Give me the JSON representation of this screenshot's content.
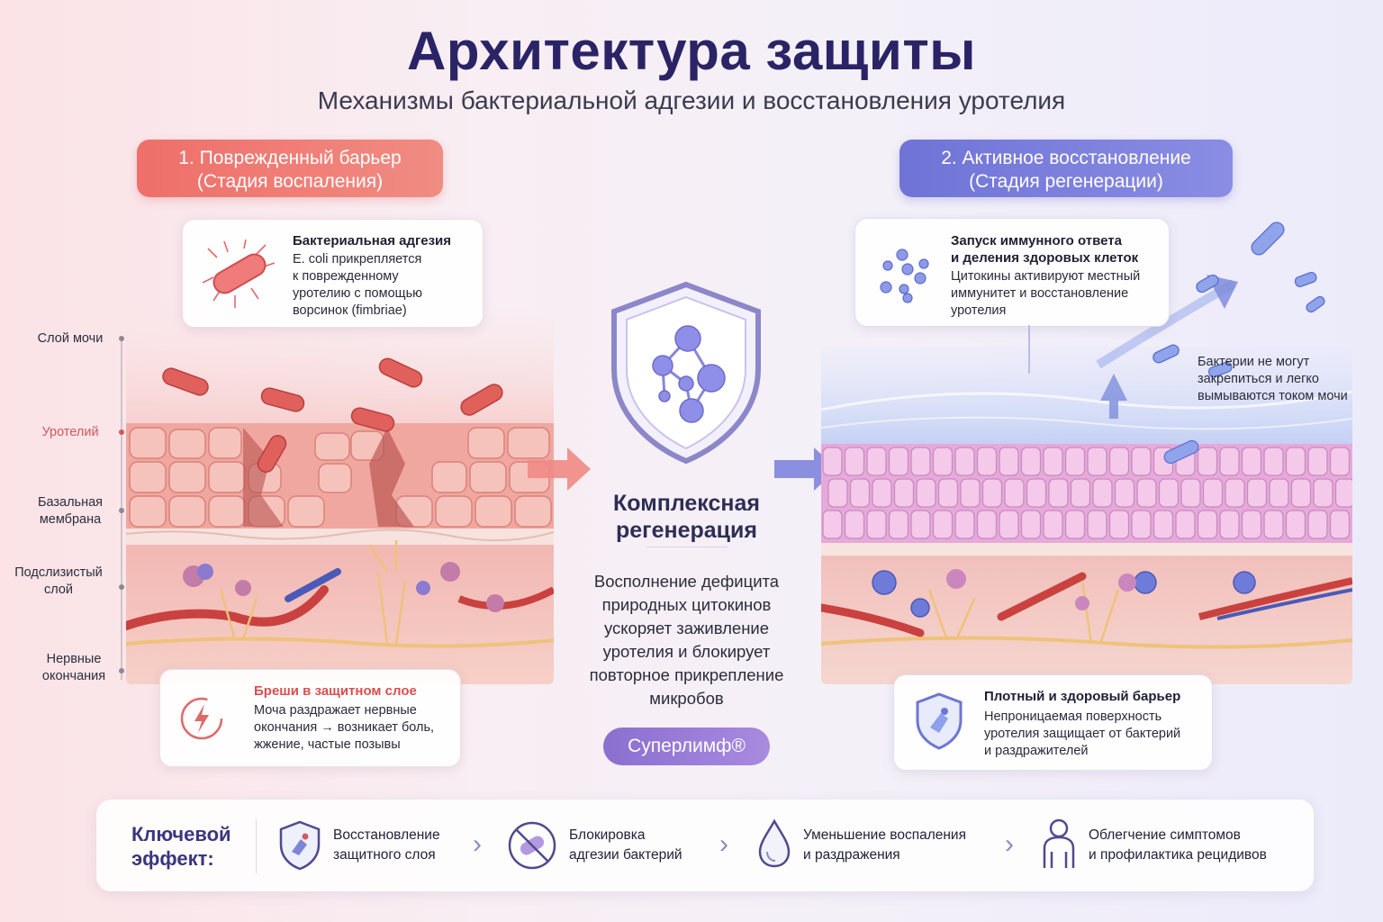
{
  "header": {
    "title": "Архитектура защиты",
    "subtitle": "Механизмы бактериальной адгезии и восстановления уротелия"
  },
  "stage_left": {
    "line1": "1. Поврежденный барьер",
    "line2": "(Стадия воспаления)",
    "color": "#ef6f6a"
  },
  "stage_right": {
    "line1": "2. Активное восстановление",
    "line2": "(Стадия регенерации)",
    "color": "#6f73d6"
  },
  "left_labels": {
    "urine": "Слой мочи",
    "urothelium": "Уротелий",
    "basal1": "Базальная",
    "basal2": "мембрана",
    "submucosa1": "Подслизистый",
    "submucosa2": "слой",
    "nerves1": "Нервные",
    "nerves2": "окончания"
  },
  "card_adhesion": {
    "title": "Бактериальная адгезия",
    "lines": [
      "E. coli прикрепляется",
      "к поврежденному",
      "уротелию с помощью",
      "ворсинок (fimbriae)"
    ]
  },
  "card_breaches": {
    "title": "Бреши в защитном слое",
    "lines": [
      "Моча раздражает нервные",
      "окончания → возникает боль,",
      "жжение, частые позывы"
    ]
  },
  "card_immune": {
    "title1": "Запуск иммунного ответа",
    "title2": "и деления здоровых клеток",
    "lines": [
      "Цитокины активируют местный",
      "иммунитет и восстановление",
      "уротелия"
    ]
  },
  "card_barrier": {
    "title": "Плотный и здоровый барьер",
    "lines": [
      "Непроницаемая поверхность",
      "уротелия защищает от бактерий",
      "и раздражителей"
    ]
  },
  "bacteria_note": {
    "lines": [
      "Бактерии не могут",
      "закрепиться и легко",
      "вымываются током мочи"
    ]
  },
  "center": {
    "heading1": "Комплексная",
    "heading2": "регенерация",
    "lines": [
      "Восполнение дефицита",
      "природных цитокинов",
      "ускоряет заживление",
      "уротелия и блокирует",
      "повторное прикрепление",
      "микробов"
    ],
    "product": "Суперлимф®"
  },
  "key_effect": {
    "label1": "Ключевой",
    "label2": "эффект:",
    "items": [
      {
        "icon": "shield-repair-icon",
        "line1": "Восстановление",
        "line2": "защитного слоя"
      },
      {
        "icon": "bacteria-block-icon",
        "line1": "Блокировка",
        "line2": "адгезии бактерий"
      },
      {
        "icon": "drop-icon",
        "line1": "Уменьшение воспаления",
        "line2": "и раздражения"
      },
      {
        "icon": "person-icon",
        "line1": "Облегчение симптомов",
        "line2": "и профилактика рецидивов"
      }
    ]
  },
  "colors": {
    "accent_red": "#ef6f6a",
    "accent_blue": "#6f73d6",
    "title": "#2a2466",
    "product": "#9a7ed8"
  }
}
